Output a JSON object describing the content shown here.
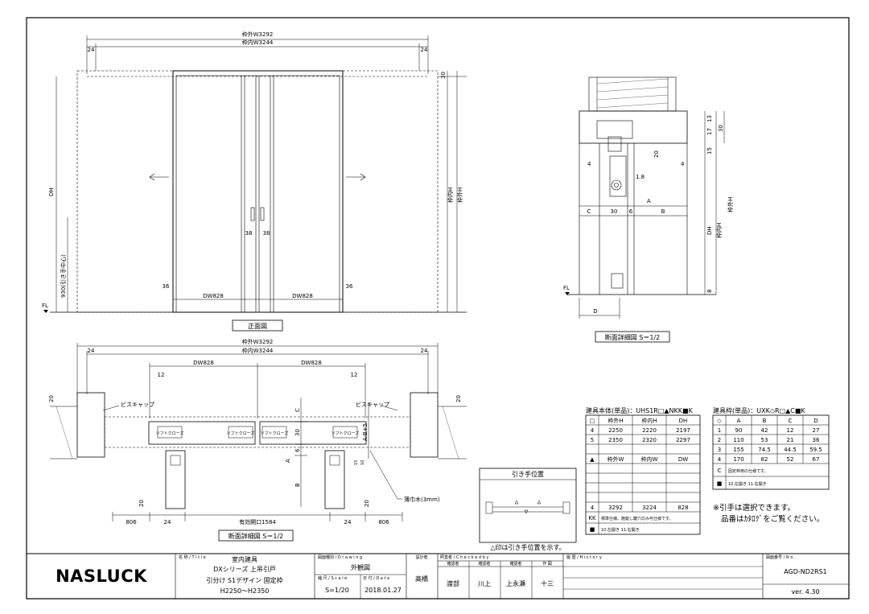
{
  "front_view": {
    "outer_w": "枠外W3292",
    "inner_w": "枠内W3244",
    "side_left": "24",
    "side_right": "24",
    "top_30": "30",
    "dh": "DH",
    "inner_h": "枠内H",
    "outer_h": "枠外H",
    "handle_height": "930(引き手中心)",
    "handle_gap_l": "38",
    "handle_gap_r": "38",
    "edge_l": "36",
    "edge_r": "36",
    "dw_l": "DW828",
    "dw_r": "DW828",
    "fl": "FL",
    "caption": "正面図"
  },
  "section_view": {
    "d13": "13",
    "d17": "17",
    "d30": "30",
    "d15": "15",
    "d20": "20",
    "d4l": "4",
    "d4r": "4",
    "d18": "1.8",
    "a": "A",
    "c": "C",
    "c30": "30",
    "c6": "6",
    "b": "B",
    "dh": "DH",
    "inner_h": "枠内H",
    "outer_h": "枠外H",
    "d8": "8",
    "fl": "FL",
    "d": "D",
    "caption": "断面詳細図 S＝1/2"
  },
  "plan_view": {
    "outer_w": "枠外W3292",
    "inner_w": "枠内W3244",
    "side_l": "24",
    "side_r": "24",
    "dw_l": "DW828",
    "dw_r": "DW828",
    "d12_l": "12",
    "d12_r": "12",
    "d20_l": "20",
    "d20_r": "20",
    "biscap_l": "ビスキャップ",
    "biscap_r": "ビスキャップ",
    "soft_close_1": "ソフトクローズ",
    "soft_close_2": "ソフトクローズ",
    "soft_close_3": "ソフトクローズ",
    "soft_close_4": "ソフトクローズ",
    "c": "C",
    "c30": "30",
    "c6": "6",
    "a": "A",
    "b": "B",
    "ab5": "A-B+5",
    "d15": "15",
    "d10": "10",
    "wood": "薄巾木(3mm)",
    "d20b_l": "20",
    "d20b_r": "20",
    "d806_l": "806",
    "d24_l": "24",
    "opening": "有効開口1584",
    "d24_r": "24",
    "d806_r": "806",
    "caption": "断面詳細図 S＝1/2"
  },
  "handle_pos": {
    "title": "引き手位置",
    "note": "△印は引き手位置を示す。"
  },
  "table_body": {
    "title": "建具本体(単品)：UHS1R□▲NKK■K",
    "headers": [
      "□",
      "枠外H",
      "枠内H",
      "DH"
    ],
    "rows": [
      [
        "4",
        "2250",
        "2220",
        "2197"
      ],
      [
        "5",
        "2350",
        "2320",
        "2297"
      ]
    ],
    "headers2": [
      "▲",
      "枠外W",
      "枠内W",
      "DW"
    ],
    "rows2": [
      [
        "4",
        "3292",
        "3224",
        "828"
      ]
    ],
    "kk_label": "KK",
    "kk_note": "標準仕様。施錠し鍵穴のみ可仕様です。",
    "sq_label": "■",
    "sq_note": "10:左開き  11:右開き"
  },
  "table_frame": {
    "title": "建具枠(単品)：UXK◇R□▲C■K",
    "headers": [
      "◇",
      "A",
      "B",
      "C",
      "D"
    ],
    "rows": [
      [
        "1",
        "90",
        "42",
        "12",
        "27"
      ],
      [
        "2",
        "110",
        "53",
        "21",
        "36"
      ],
      [
        "3",
        "155",
        "74.5",
        "44.5",
        "59.5"
      ],
      [
        "4",
        "170",
        "82",
        "52",
        "67"
      ]
    ],
    "c_label": "C",
    "c_note": "固定枠用の仕様です。",
    "sq_label": "■",
    "sq_note": "10:左開き  11:右開き"
  },
  "notes": {
    "line1": "※引手は選択できます。",
    "line2": "品番はｶﾀﾛｸﾞをご覧ください。"
  },
  "title_block": {
    "logo": "NASLUCK",
    "title_label": "名 称 / T i t l e",
    "title1": "室内建具",
    "title2": "DXシリーズ 上吊引戸",
    "title3": "引分け S1デザイン 固定枠",
    "title4": "H2250～H2350",
    "drawing_label": "図面種別 / D r a w i n g",
    "drawing": "外観図",
    "scale_label": "縮 尺 / S c a l e",
    "scale": "S=1/20",
    "date_label": "日 付 / D a t e",
    "date": "2018.01.27",
    "design_label": "設計者",
    "design": "高橋",
    "check_label": "照査者 / C h e c k e d  b y",
    "check1_head": "確認者",
    "check1": "渡部",
    "check2_head": "確認者",
    "check2": "川上",
    "check3_head": "確認者",
    "check3": "上永瀬",
    "check4_head": "作 図",
    "check4": "十三",
    "history_label": "履 歴 / H i s t o r y",
    "no_label": "図面番号 / N o .",
    "no": "AGD-ND2RS1",
    "ver": "ver. 4.30"
  }
}
